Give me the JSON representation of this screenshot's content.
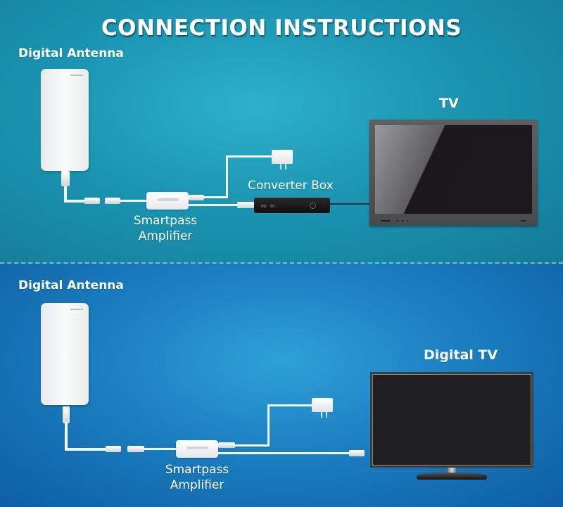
{
  "title": "CONNECTION INSTRUCTIONS",
  "colors": {
    "top_panel": "#1b95b2",
    "bottom_panel": "#1b7fc0",
    "text": "#ffffff"
  },
  "setup_converter_box": {
    "antenna_label": "Digital Antenna",
    "amplifier_label_line1": "Smartpass",
    "amplifier_label_line2": "Amplifier",
    "converter_label": "Converter Box",
    "tv_label": "TV"
  },
  "setup_digital_tv": {
    "antenna_label": "Digital Antenna",
    "amplifier_label_line1": "Smartpass",
    "amplifier_label_line2": "Amplifier",
    "tv_label": "Digital TV"
  },
  "icons": {
    "antenna": "antenna-panel-icon",
    "amplifier": "amplifier-icon",
    "power_adapter": "power-adapter-icon",
    "converter_box": "converter-box-icon",
    "tv": "tv-icon"
  }
}
